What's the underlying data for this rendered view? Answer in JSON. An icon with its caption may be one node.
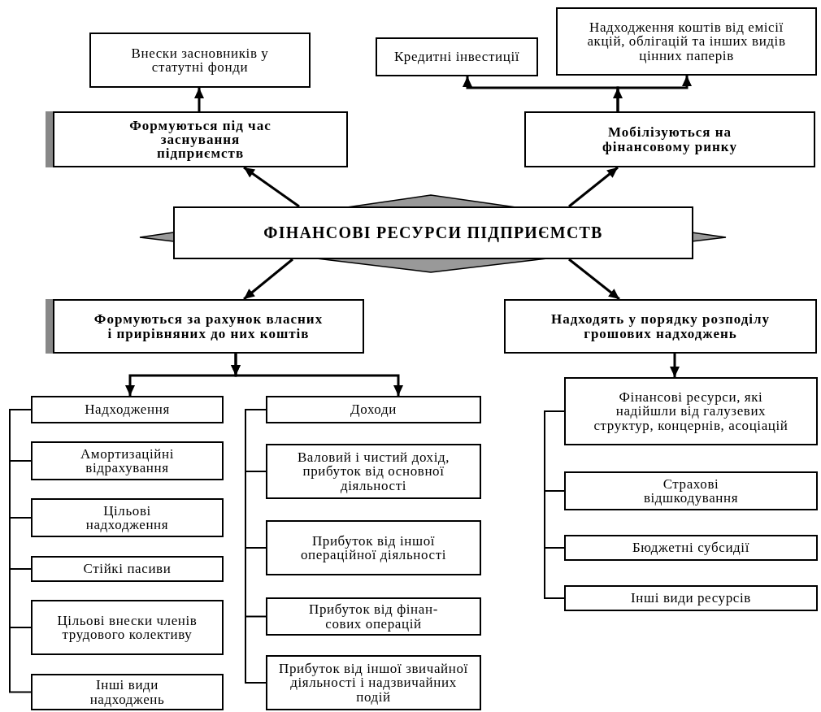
{
  "diagram": {
    "nodes": [
      {
        "text": [
          "Внески засновників у статутні фонди"
        ]
      },
      {
        "text": [
          "Кредитні інвестиції"
        ]
      },
      {
        "text": [
          "Надходження коштів від емісії акцій, облігацій та інших видів цінних паперів"
        ]
      },
      {
        "text": [
          "Формуються під час заснування підприємств"
        ]
      },
      {
        "text": [
          "Мобілізуються на фінансовому ринку"
        ]
      },
      {
        "text": [
          "ФІНАНСОВІ РЕСУРСИ ПІДПРИЄМСТВ"
        ]
      },
      {
        "text": [
          "Формуються за рахунок власних і прирівняних до них коштів"
        ]
      },
      {
        "text": [
          "Надходять у порядку розподілу грошових надходжень"
        ]
      },
      {
        "text": [
          "Надходження"
        ]
      },
      {
        "text": [
          "Амортизаційні відрахування"
        ]
      },
      {
        "text": [
          "Цільові надходження"
        ]
      },
      {
        "text": [
          "Стійкі пасиви"
        ]
      },
      {
        "text": [
          "Цільові внески членів трудового колективу"
        ]
      },
      {
        "text": [
          "Інші види надходжень"
        ]
      },
      {
        "text": [
          "Доходи"
        ]
      },
      {
        "text": [
          "Валовий і чистий дохід, прибуток від основної діяльності"
        ]
      },
      {
        "text": [
          "Прибуток від іншої операційної діяльності"
        ]
      },
      {
        "text": [
          "Прибуток від фінан- сових операцій"
        ]
      },
      {
        "text": [
          "Прибуток від іншої звичайної діяльності і надзвичайних подій"
        ]
      },
      {
        "text": [
          "Фінансові ресурси, які надійшли від галузевих структур, концернів, асоціацій"
        ]
      },
      {
        "text": [
          "Страхові відшкодування"
        ]
      },
      {
        "text": [
          "Бюджетні субсидії"
        ]
      },
      {
        "text": [
          "Інші види ресурсів"
        ]
      }
    ],
    "edges": [
      {
        "from": 3,
        "to": 0,
        "arrow": "to"
      },
      {
        "from": 4,
        "to": 1,
        "arrow": "to"
      },
      {
        "from": 4,
        "to": 2,
        "arrow": "to"
      },
      {
        "from": 5,
        "to": 3,
        "arrow": "to"
      },
      {
        "from": 5,
        "to": 4,
        "arrow": "to"
      },
      {
        "from": 5,
        "to": 6,
        "arrow": "to"
      },
      {
        "from": 5,
        "to": 7,
        "arrow": "to"
      },
      {
        "from": 6,
        "to": 8,
        "arrow": "to"
      },
      {
        "from": 6,
        "to": 14,
        "arrow": "to"
      },
      {
        "from": 7,
        "to": 19,
        "arrow": "to"
      },
      {
        "from": 8,
        "to": 9,
        "arrow": "none"
      },
      {
        "from": 8,
        "to": 10,
        "arrow": "none"
      },
      {
        "from": 8,
        "to": 11,
        "arrow": "none"
      },
      {
        "from": 8,
        "to": 12,
        "arrow": "none"
      },
      {
        "from": 8,
        "to": 13,
        "arrow": "none"
      },
      {
        "from": 14,
        "to": 15,
        "arrow": "none"
      },
      {
        "from": 14,
        "to": 16,
        "arrow": "none"
      },
      {
        "from": 14,
        "to": 17,
        "arrow": "none"
      },
      {
        "from": 14,
        "to": 18,
        "arrow": "none"
      },
      {
        "from": 19,
        "to": 20,
        "arrow": "none"
      },
      {
        "from": 19,
        "to": 21,
        "arrow": "none"
      },
      {
        "from": 19,
        "to": 22,
        "arrow": "none"
      }
    ]
  }
}
